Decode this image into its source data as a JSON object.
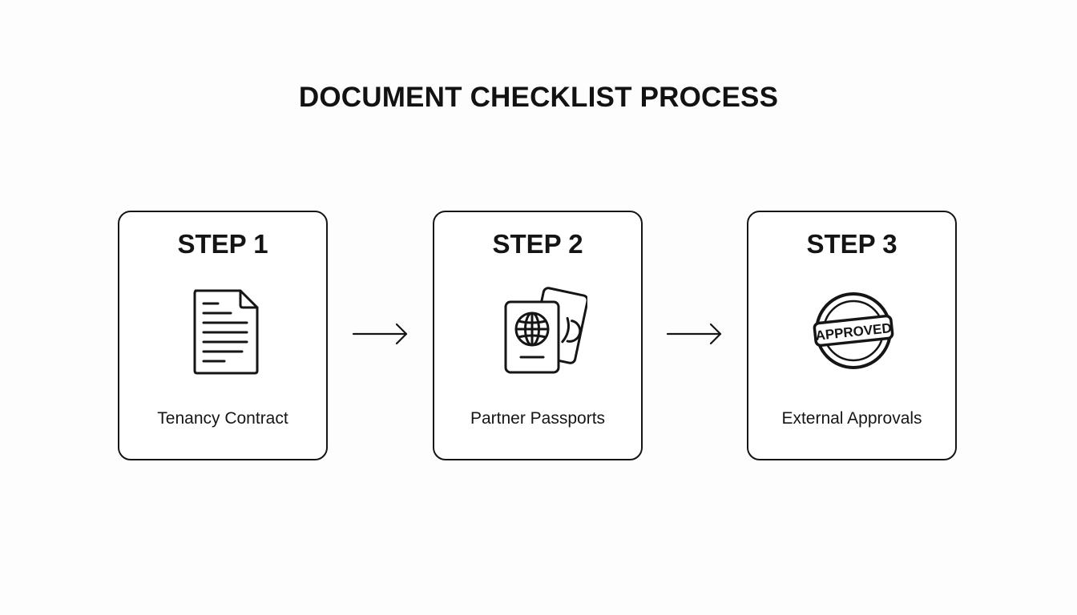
{
  "title": "DOCUMENT CHECKLIST PROCESS",
  "steps": [
    {
      "label": "STEP 1",
      "caption": "Tenancy Contract",
      "icon": "document-icon"
    },
    {
      "label": "STEP 2",
      "caption": "Partner Passports",
      "icon": "passport-icon"
    },
    {
      "label": "STEP 3",
      "caption": "External Approvals",
      "icon": "approved-stamp-icon",
      "stamp_text": "APPROVED"
    }
  ],
  "colors": {
    "background": "#fdfdfd",
    "stroke": "#151515",
    "card_fill": "#ffffff"
  }
}
